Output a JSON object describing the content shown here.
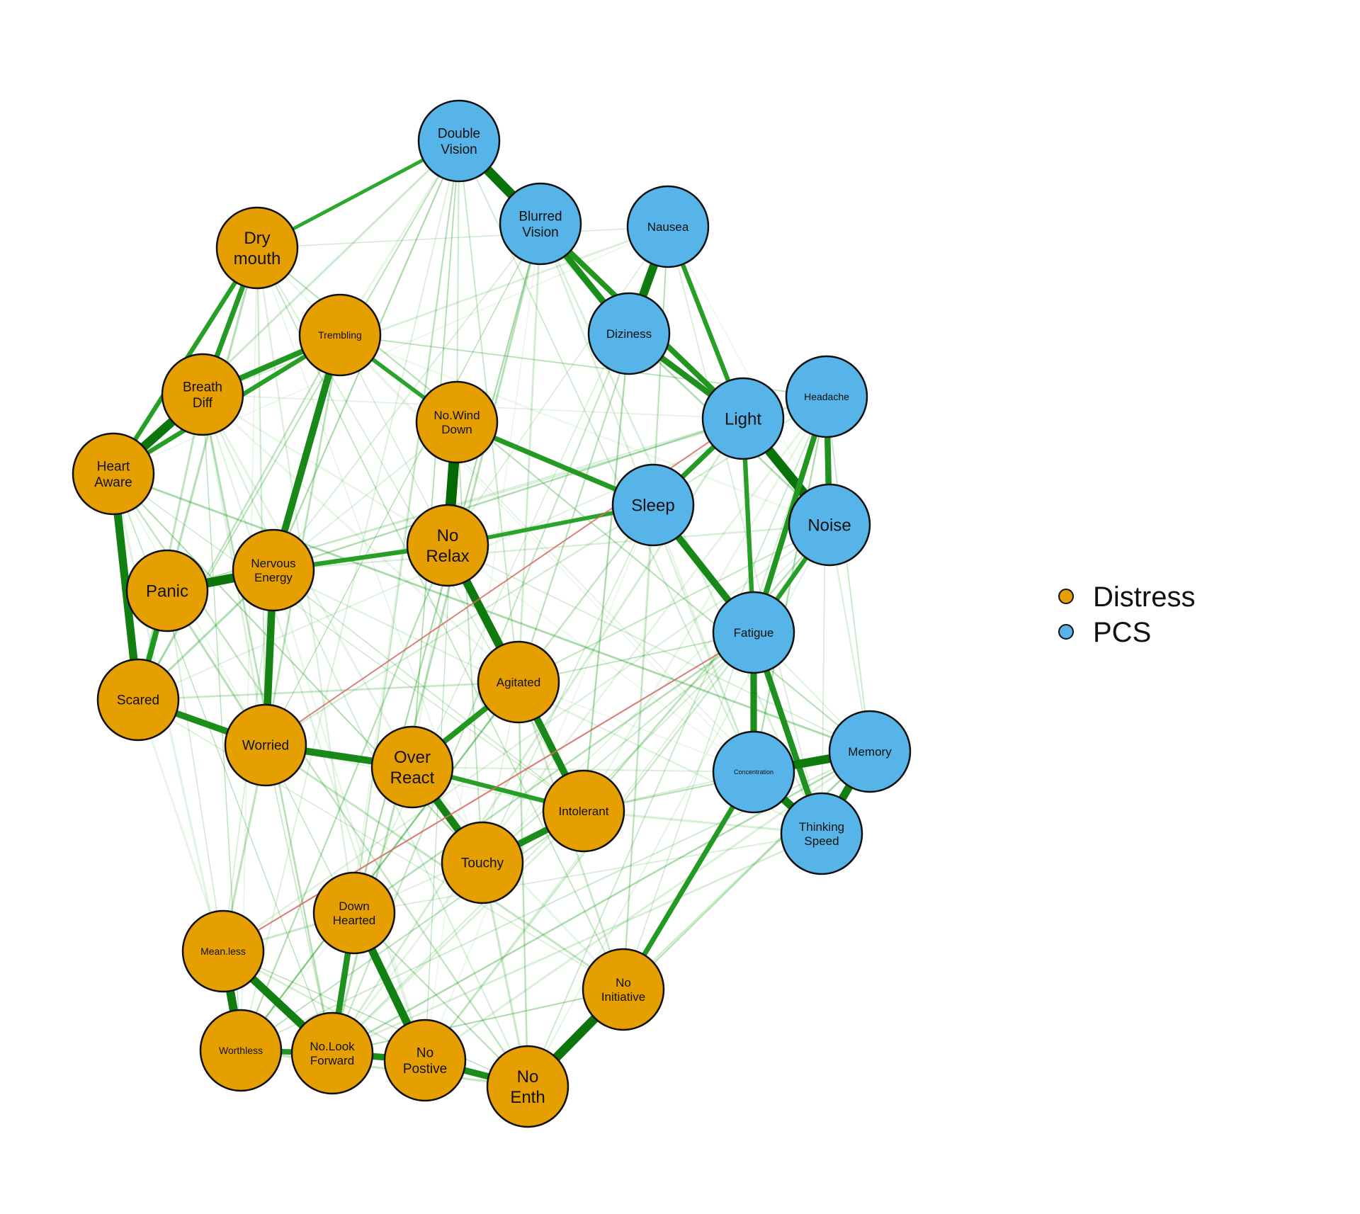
{
  "colors": {
    "distress": "#E69F00",
    "pcs": "#56B4E9",
    "positive_edge": "#006400",
    "negative_edge": "#E06666",
    "node_border": "#111111"
  },
  "legend": [
    {
      "label": "Distress",
      "group": "distress"
    },
    {
      "label": "PCS",
      "group": "pcs"
    }
  ],
  "nodes": [
    {
      "id": "doublevision",
      "label": [
        "Double",
        "Vision"
      ],
      "group": "pcs",
      "font": "m"
    },
    {
      "id": "blurred",
      "label": [
        "Blurred",
        "Vision"
      ],
      "group": "pcs",
      "font": "m"
    },
    {
      "id": "nausea",
      "label": [
        "Nausea"
      ],
      "group": "pcs",
      "font": "s"
    },
    {
      "id": "diziness",
      "label": [
        "Diziness"
      ],
      "group": "pcs",
      "font": "s"
    },
    {
      "id": "headache",
      "label": [
        "Headache"
      ],
      "group": "pcs",
      "font": "xs"
    },
    {
      "id": "light",
      "label": [
        "Light"
      ],
      "group": "pcs",
      "font": "l"
    },
    {
      "id": "sleep",
      "label": [
        "Sleep"
      ],
      "group": "pcs",
      "font": "l"
    },
    {
      "id": "noise",
      "label": [
        "Noise"
      ],
      "group": "pcs",
      "font": "l"
    },
    {
      "id": "fatigue",
      "label": [
        "Fatigue"
      ],
      "group": "pcs",
      "font": "s"
    },
    {
      "id": "memory",
      "label": [
        "Memory"
      ],
      "group": "pcs",
      "font": "s"
    },
    {
      "id": "concentration",
      "label": [
        "Concentration"
      ],
      "group": "pcs",
      "font": "xxs"
    },
    {
      "id": "thinking",
      "label": [
        "Thinking",
        "Speed"
      ],
      "group": "pcs",
      "font": "s"
    },
    {
      "id": "drymouth",
      "label": [
        "Dry",
        "mouth"
      ],
      "group": "distress",
      "font": "l"
    },
    {
      "id": "trembling",
      "label": [
        "Trembling"
      ],
      "group": "distress",
      "font": "xs"
    },
    {
      "id": "breath",
      "label": [
        "Breath",
        "Diff"
      ],
      "group": "distress",
      "font": "m"
    },
    {
      "id": "heart",
      "label": [
        "Heart",
        "Aware"
      ],
      "group": "distress",
      "font": "m"
    },
    {
      "id": "nowind",
      "label": [
        "No.Wind",
        "Down"
      ],
      "group": "distress",
      "font": "s"
    },
    {
      "id": "norelax",
      "label": [
        "No",
        "Relax"
      ],
      "group": "distress",
      "font": "l"
    },
    {
      "id": "panic",
      "label": [
        "Panic"
      ],
      "group": "distress",
      "font": "l"
    },
    {
      "id": "nervous",
      "label": [
        "Nervous",
        "Energy"
      ],
      "group": "distress",
      "font": "s"
    },
    {
      "id": "agitated",
      "label": [
        "Agitated"
      ],
      "group": "distress",
      "font": "s"
    },
    {
      "id": "scared",
      "label": [
        "Scared"
      ],
      "group": "distress",
      "font": "m"
    },
    {
      "id": "worried",
      "label": [
        "Worried"
      ],
      "group": "distress",
      "font": "m"
    },
    {
      "id": "overreact",
      "label": [
        "Over",
        "React"
      ],
      "group": "distress",
      "font": "l"
    },
    {
      "id": "intolerant",
      "label": [
        "Intolerant"
      ],
      "group": "distress",
      "font": "s"
    },
    {
      "id": "touchy",
      "label": [
        "Touchy"
      ],
      "group": "distress",
      "font": "m"
    },
    {
      "id": "downhearted",
      "label": [
        "Down",
        "Hearted"
      ],
      "group": "distress",
      "font": "s"
    },
    {
      "id": "meanless",
      "label": [
        "Mean.less"
      ],
      "group": "distress",
      "font": "xs"
    },
    {
      "id": "noinitiative",
      "label": [
        "No",
        "Initiative"
      ],
      "group": "distress",
      "font": "s"
    },
    {
      "id": "worthless",
      "label": [
        "Worthless"
      ],
      "group": "distress",
      "font": "xs"
    },
    {
      "id": "nolook",
      "label": [
        "No.Look",
        "Forward"
      ],
      "group": "distress",
      "font": "s"
    },
    {
      "id": "nopostive",
      "label": [
        "No",
        "Postive"
      ],
      "group": "distress",
      "font": "m"
    },
    {
      "id": "noenth",
      "label": [
        "No",
        "Enth"
      ],
      "group": "distress",
      "font": "l"
    }
  ],
  "edges": [
    {
      "from": "doublevision",
      "to": "blurred",
      "weight": 0.85,
      "sign": "positive"
    },
    {
      "from": "nausea",
      "to": "diziness",
      "weight": 0.75,
      "sign": "positive"
    },
    {
      "from": "blurred",
      "to": "diziness",
      "weight": 0.55,
      "sign": "positive"
    },
    {
      "from": "blurred",
      "to": "light",
      "weight": 0.45,
      "sign": "positive"
    },
    {
      "from": "diziness",
      "to": "light",
      "weight": 0.5,
      "sign": "positive"
    },
    {
      "from": "light",
      "to": "noise",
      "weight": 0.85,
      "sign": "positive"
    },
    {
      "from": "headache",
      "to": "noise",
      "weight": 0.5,
      "sign": "positive"
    },
    {
      "from": "headache",
      "to": "fatigue",
      "weight": 0.45,
      "sign": "positive"
    },
    {
      "from": "sleep",
      "to": "light",
      "weight": 0.4,
      "sign": "positive"
    },
    {
      "from": "sleep",
      "to": "fatigue",
      "weight": 0.6,
      "sign": "positive"
    },
    {
      "from": "fatigue",
      "to": "concentration",
      "weight": 0.55,
      "sign": "positive"
    },
    {
      "from": "fatigue",
      "to": "thinking",
      "weight": 0.5,
      "sign": "positive"
    },
    {
      "from": "concentration",
      "to": "memory",
      "weight": 0.75,
      "sign": "positive"
    },
    {
      "from": "concentration",
      "to": "thinking",
      "weight": 0.7,
      "sign": "positive"
    },
    {
      "from": "memory",
      "to": "thinking",
      "weight": 0.7,
      "sign": "positive"
    },
    {
      "from": "nausea",
      "to": "light",
      "weight": 0.35,
      "sign": "positive"
    },
    {
      "from": "light",
      "to": "fatigue",
      "weight": 0.35,
      "sign": "positive"
    },
    {
      "from": "noise",
      "to": "fatigue",
      "weight": 0.35,
      "sign": "positive"
    },
    {
      "from": "drymouth",
      "to": "breath",
      "weight": 0.4,
      "sign": "positive"
    },
    {
      "from": "drymouth",
      "to": "heart",
      "weight": 0.35,
      "sign": "positive"
    },
    {
      "from": "breath",
      "to": "heart",
      "weight": 0.8,
      "sign": "positive"
    },
    {
      "from": "breath",
      "to": "trembling",
      "weight": 0.45,
      "sign": "positive"
    },
    {
      "from": "heart",
      "to": "trembling",
      "weight": 0.35,
      "sign": "positive"
    },
    {
      "from": "heart",
      "to": "scared",
      "weight": 0.7,
      "sign": "positive"
    },
    {
      "from": "trembling",
      "to": "nervous",
      "weight": 0.6,
      "sign": "positive"
    },
    {
      "from": "panic",
      "to": "nervous",
      "weight": 0.8,
      "sign": "positive"
    },
    {
      "from": "panic",
      "to": "scared",
      "weight": 0.45,
      "sign": "positive"
    },
    {
      "from": "nervous",
      "to": "worried",
      "weight": 0.65,
      "sign": "positive"
    },
    {
      "from": "scared",
      "to": "worried",
      "weight": 0.55,
      "sign": "positive"
    },
    {
      "from": "worried",
      "to": "overreact",
      "weight": 0.6,
      "sign": "positive"
    },
    {
      "from": "nowind",
      "to": "norelax",
      "weight": 0.95,
      "sign": "positive"
    },
    {
      "from": "nowind",
      "to": "sleep",
      "weight": 0.4,
      "sign": "positive"
    },
    {
      "from": "norelax",
      "to": "agitated",
      "weight": 0.75,
      "sign": "positive"
    },
    {
      "from": "norelax",
      "to": "nervous",
      "weight": 0.35,
      "sign": "positive"
    },
    {
      "from": "norelax",
      "to": "sleep",
      "weight": 0.3,
      "sign": "positive"
    },
    {
      "from": "agitated",
      "to": "intolerant",
      "weight": 0.6,
      "sign": "positive"
    },
    {
      "from": "agitated",
      "to": "overreact",
      "weight": 0.45,
      "sign": "positive"
    },
    {
      "from": "overreact",
      "to": "touchy",
      "weight": 0.65,
      "sign": "positive"
    },
    {
      "from": "touchy",
      "to": "intolerant",
      "weight": 0.55,
      "sign": "positive"
    },
    {
      "from": "overreact",
      "to": "intolerant",
      "weight": 0.35,
      "sign": "positive"
    },
    {
      "from": "downhearted",
      "to": "nopostive",
      "weight": 0.7,
      "sign": "positive"
    },
    {
      "from": "downhearted",
      "to": "nolook",
      "weight": 0.5,
      "sign": "positive"
    },
    {
      "from": "meanless",
      "to": "worthless",
      "weight": 0.75,
      "sign": "positive"
    },
    {
      "from": "meanless",
      "to": "nolook",
      "weight": 0.7,
      "sign": "positive"
    },
    {
      "from": "worthless",
      "to": "nolook",
      "weight": 0.45,
      "sign": "positive"
    },
    {
      "from": "nolook",
      "to": "nopostive",
      "weight": 0.55,
      "sign": "positive"
    },
    {
      "from": "nopostive",
      "to": "noenth",
      "weight": 0.55,
      "sign": "positive"
    },
    {
      "from": "noenth",
      "to": "noinitiative",
      "weight": 0.8,
      "sign": "positive"
    },
    {
      "from": "noinitiative",
      "to": "concentration",
      "weight": 0.4,
      "sign": "positive"
    },
    {
      "from": "doublevision",
      "to": "drymouth",
      "weight": 0.25,
      "sign": "positive"
    },
    {
      "from": "trembling",
      "to": "nowind",
      "weight": 0.3,
      "sign": "positive"
    },
    {
      "from": "fatigue",
      "to": "meanless",
      "weight": 0.18,
      "sign": "negative"
    },
    {
      "from": "light",
      "to": "worried",
      "weight": 0.12,
      "sign": "negative"
    }
  ]
}
